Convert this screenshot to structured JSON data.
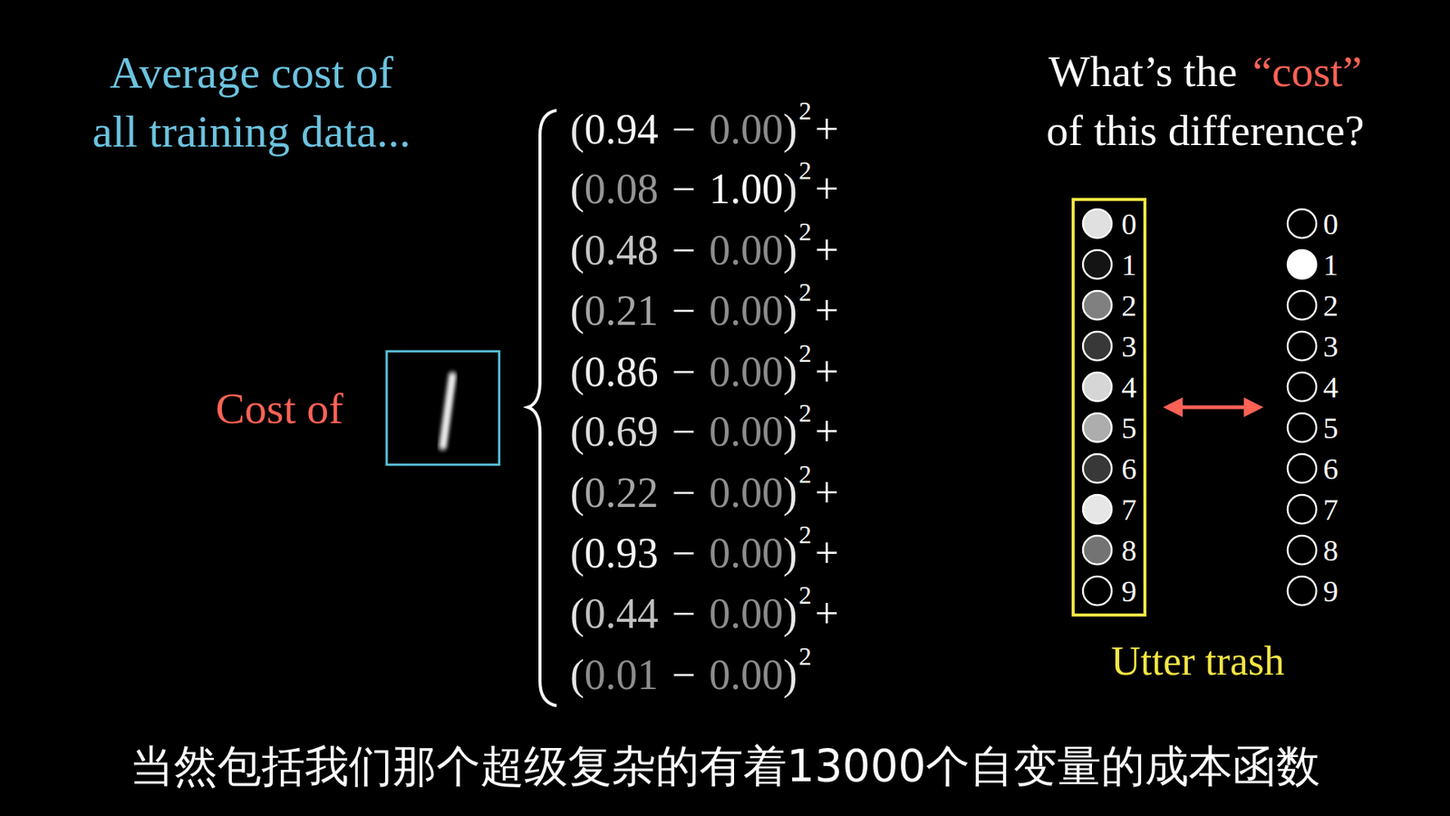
{
  "diagram": {
    "caption": "当然包括我们那个超级复杂的有着13000个自变量的成本函数",
    "nodes": [
      {
        "text": [
          "0",
          "1",
          "2",
          "3",
          "4",
          "5",
          "6",
          "7",
          "8",
          "9",
          "Utter trash"
        ]
      }
    ],
    "labels": [
      "Average cost of all training data...",
      "What’s the",
      "“cost”",
      "of this difference?",
      "Cost of",
      "(",
      "0.94",
      "−",
      "0.00",
      ")",
      "2",
      "+",
      "(",
      "0.08",
      "−",
      "1.00",
      ")",
      "2",
      "+",
      "(",
      "0.48",
      "−",
      "0.00",
      ")",
      "2",
      "+",
      "(",
      "0.21",
      "−",
      "0.00",
      ")",
      "2",
      "+",
      "(",
      "0.86",
      "−",
      "0.00",
      ")",
      "2",
      "+",
      "(",
      "0.69",
      "−",
      "0.00",
      ")",
      "2",
      "+",
      "(",
      "0.22",
      "−",
      "0.00",
      ")",
      "2",
      "+",
      "(",
      "0.93",
      "−",
      "0.00",
      ")",
      "2",
      "+",
      "(",
      "0.44",
      "−",
      "0.00",
      ")",
      "2",
      "+",
      "(",
      "0.01",
      "−",
      "0.00",
      ")",
      "2",
      "0",
      "1",
      "2",
      "3",
      "4",
      "5",
      "6",
      "7",
      "8",
      "9"
    ]
  }
}
